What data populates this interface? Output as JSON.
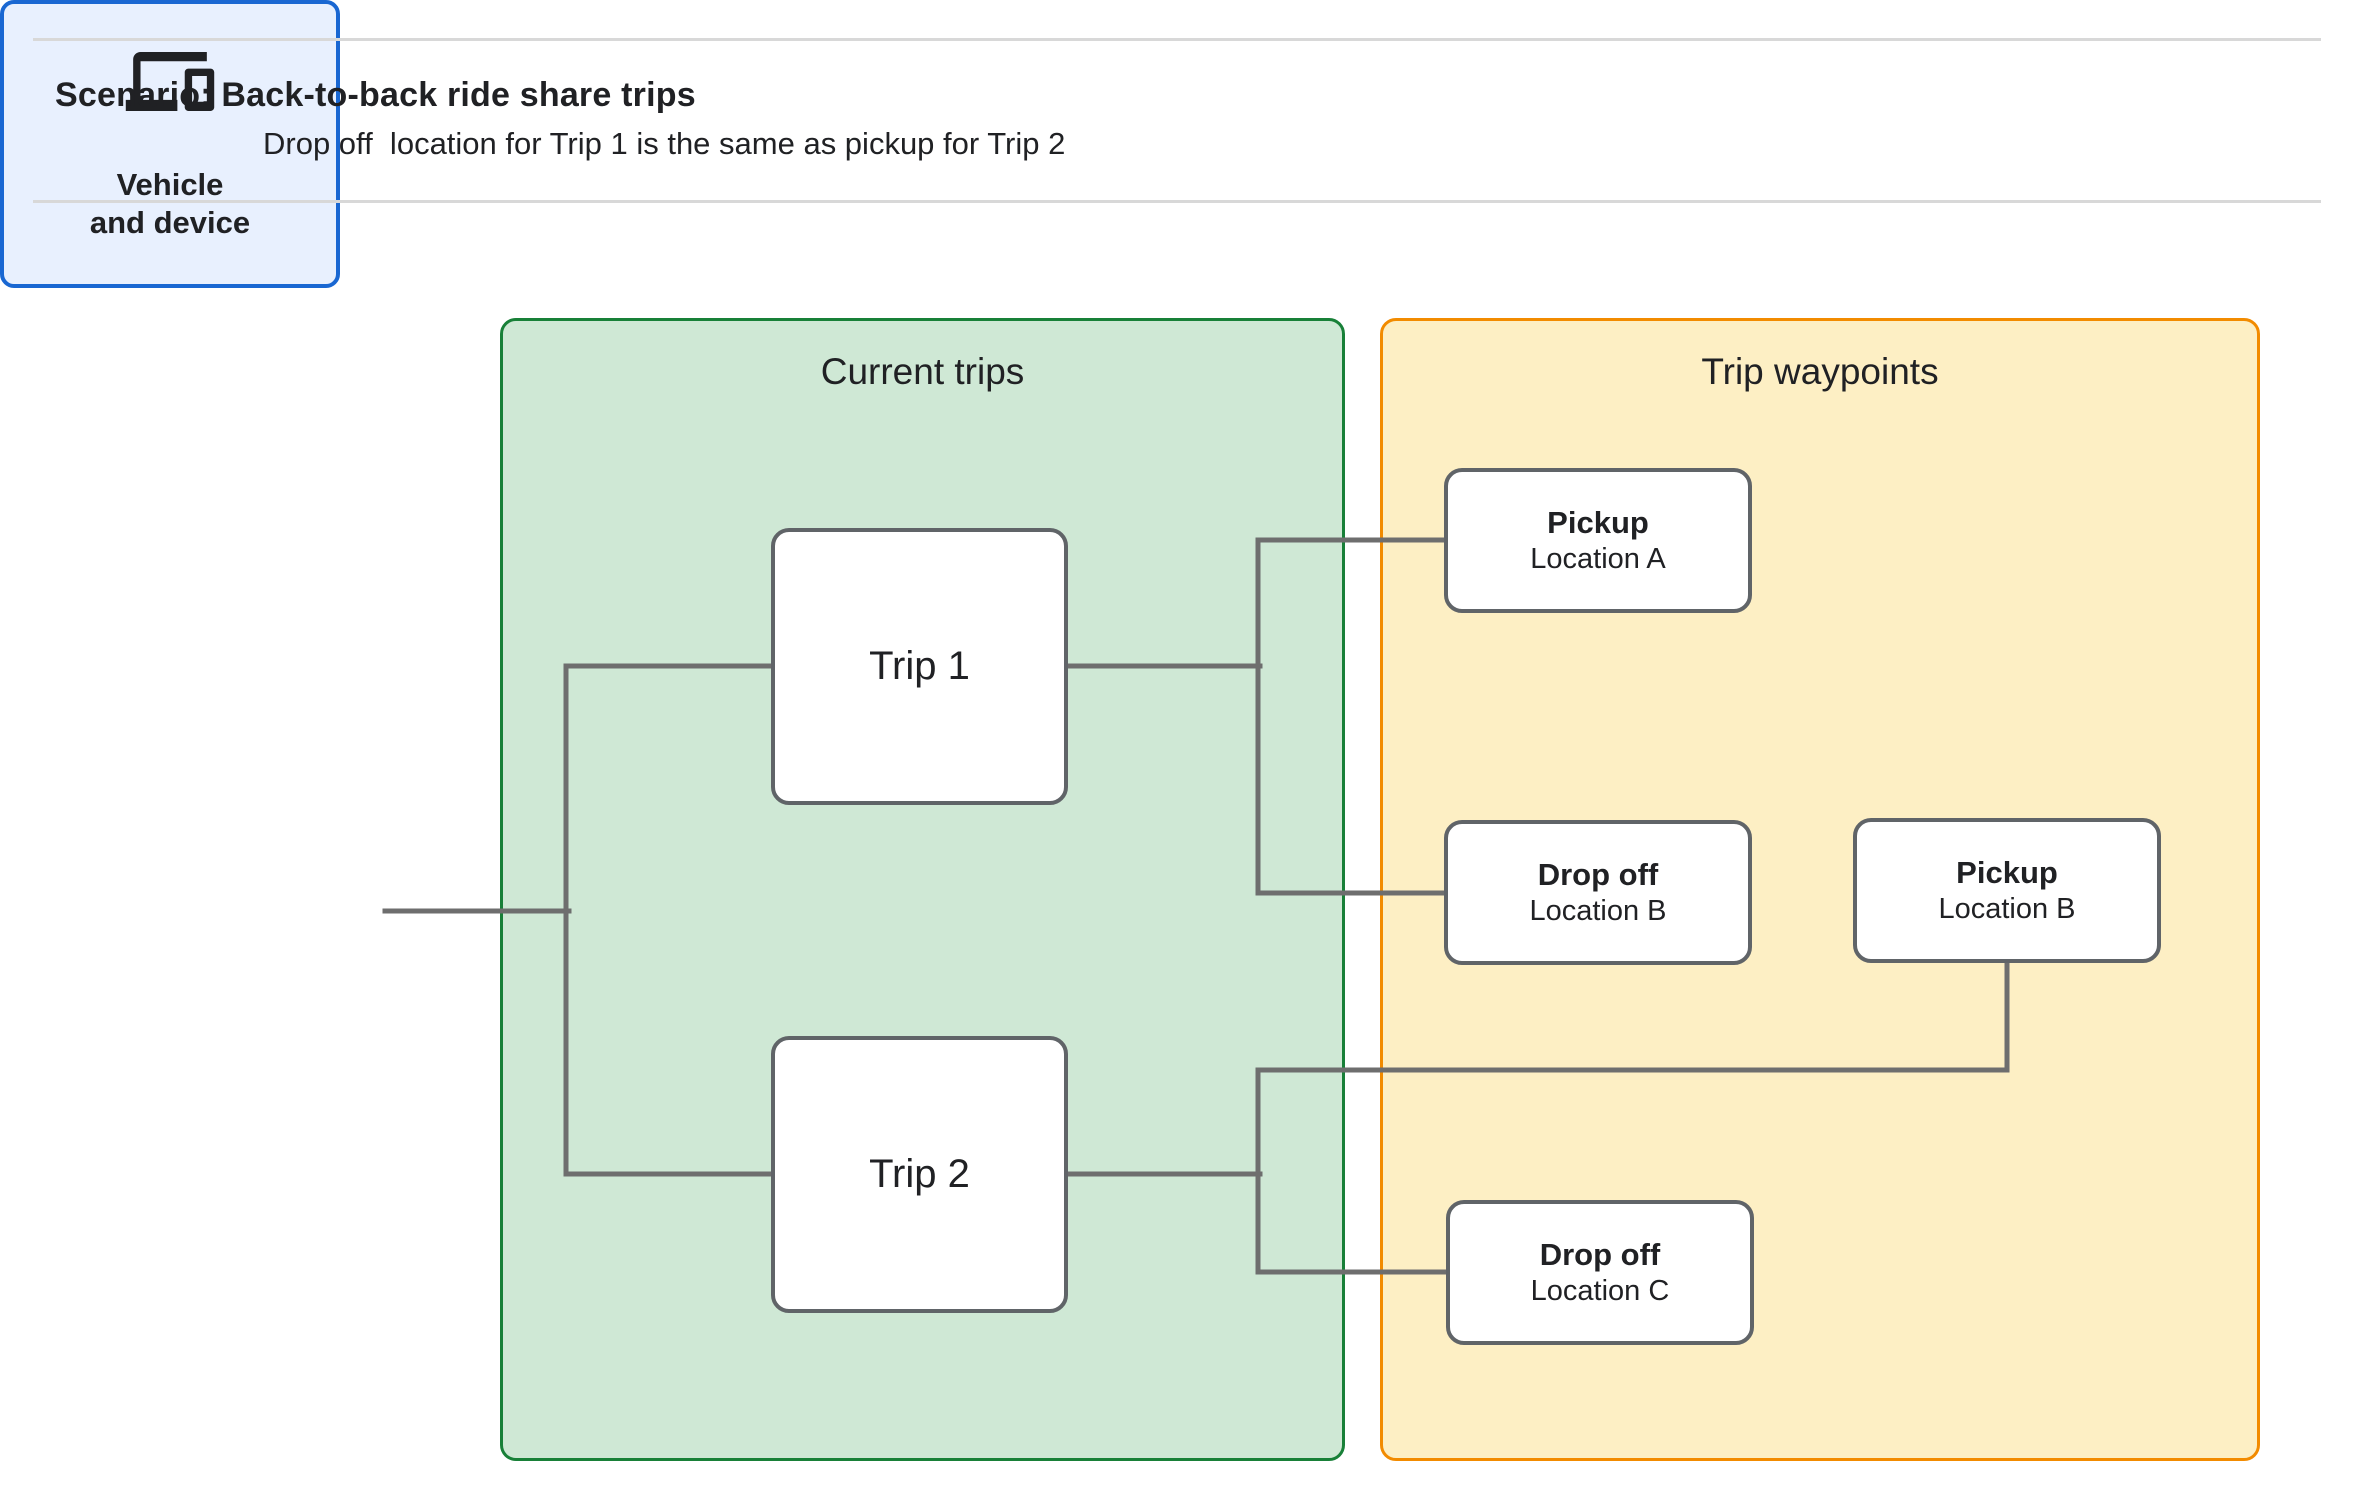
{
  "header": {
    "title": "Scenario: Back-to-back ride share trips",
    "subtitle": "Drop off  location for Trip 1 is the same as pickup for Trip 2"
  },
  "vehicle": {
    "icon": "devices-icon",
    "label_line1": "Vehicle",
    "label_line2": "and device"
  },
  "panels": {
    "current_trips": {
      "title": "Current trips"
    },
    "trip_waypoints": {
      "title": "Trip waypoints"
    }
  },
  "trips": [
    {
      "label": "Trip 1"
    },
    {
      "label": "Trip 2"
    }
  ],
  "waypoints": [
    {
      "type": "Pickup",
      "location": "Location A"
    },
    {
      "type": "Drop off",
      "location": "Location B"
    },
    {
      "type": "Pickup",
      "location": "Location B"
    },
    {
      "type": "Drop off",
      "location": "Location C"
    }
  ],
  "colors": {
    "current_trips_fill": "#cfe8d5",
    "current_trips_border": "#188038",
    "trip_waypoints_fill": "#fdefc4",
    "trip_waypoints_border": "#f28b00",
    "vehicle_fill": "#e8f0fe",
    "vehicle_border": "#1967d2",
    "node_border": "#606468",
    "connector": "#6e6e6e",
    "text": "#202124",
    "divider": "#d8d8d8"
  }
}
